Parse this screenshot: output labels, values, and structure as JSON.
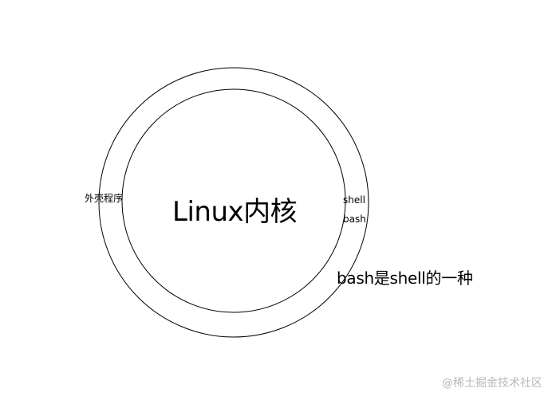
{
  "diagram": {
    "kernel_label": "Linux内核",
    "outer_label": "外壳程序",
    "shell_label": "shell",
    "bash_label": "bash",
    "note": "bash是shell的一种",
    "stroke_color": "#000000",
    "background": "#ffffff"
  },
  "watermark": "@稀土掘金技术社区"
}
